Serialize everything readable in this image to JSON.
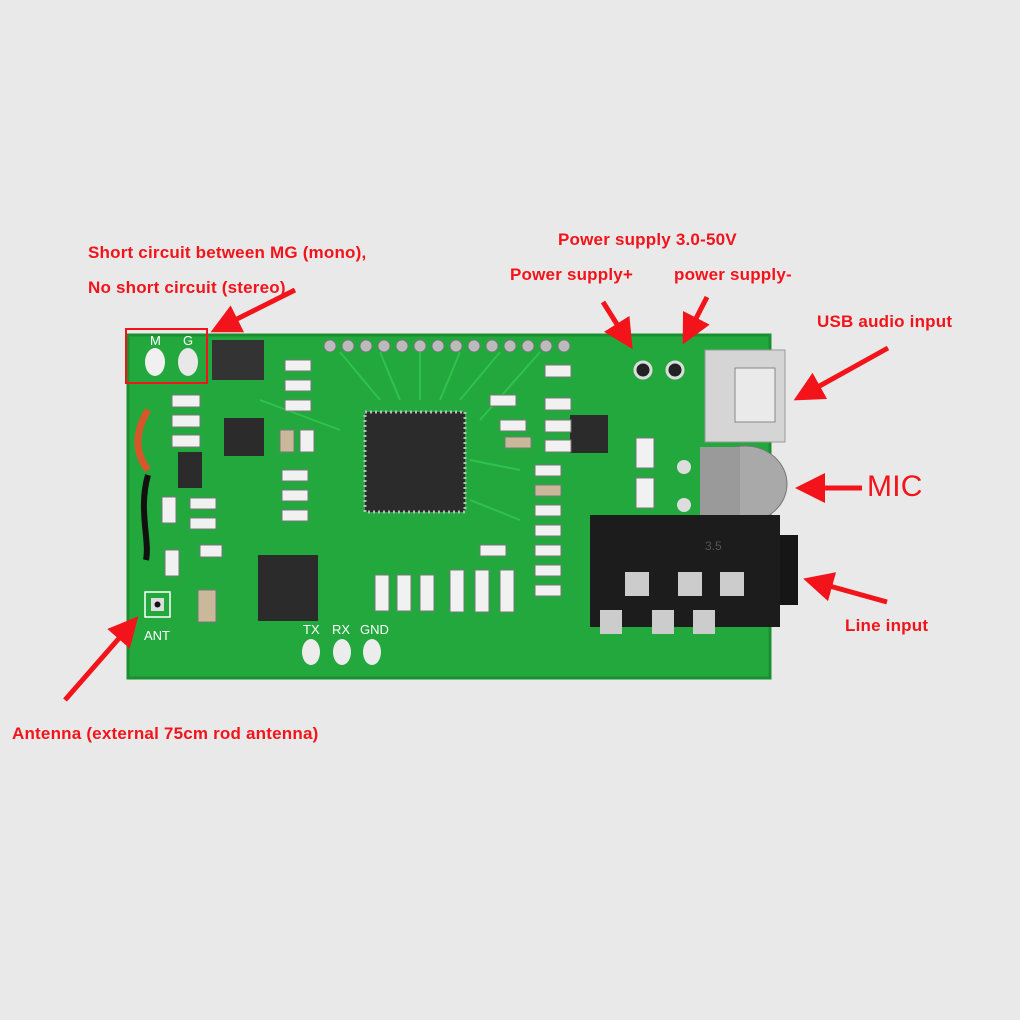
{
  "annotations": {
    "mono_line1": "Short circuit between MG (mono),",
    "mono_line2": "No short circuit (stereo)",
    "power_range": "Power supply 3.0-50V",
    "power_plus": "Power supply+",
    "power_minus": "power supply-",
    "usb": "USB audio input",
    "mic": "MIC",
    "line_in": "Line input",
    "antenna": "Antenna (external 75cm rod antenna)"
  },
  "silkscreen": {
    "m": "M",
    "g": "G",
    "ant": "ANT",
    "tx": "TX",
    "rx": "RX",
    "gnd": "GND",
    "jack": "3.5"
  },
  "colors": {
    "annotation": "#f2141a",
    "pcb": "#22a83c",
    "background": "#e9e9e9"
  }
}
